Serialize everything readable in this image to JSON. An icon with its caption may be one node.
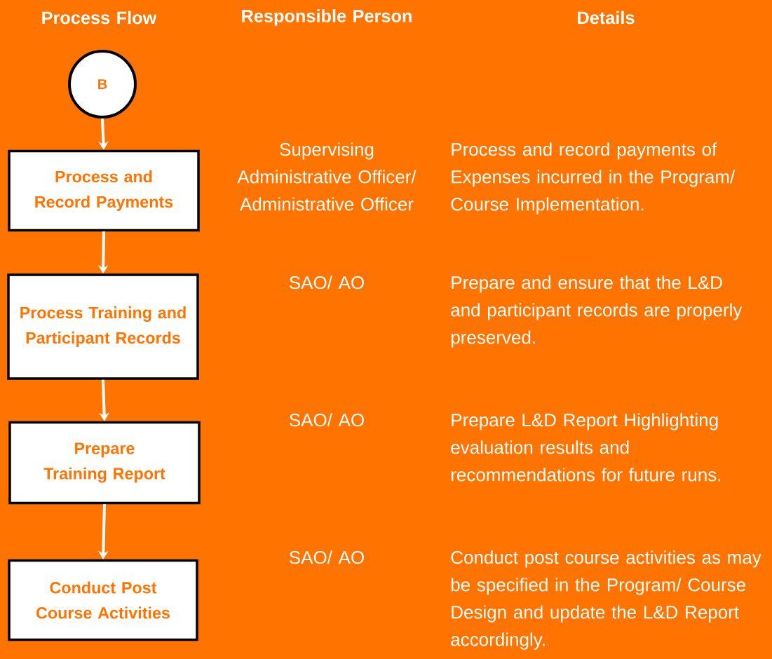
{
  "diagram": {
    "nodes": [
      {
        "text": [
          "B"
        ]
      },
      {
        "text": [
          "Process and Record Payments"
        ]
      },
      {
        "text": [
          "Process Training and Participant Records"
        ]
      },
      {
        "text": [
          "Prepare Training Report"
        ]
      },
      {
        "text": [
          "Conduct Post Course Activities"
        ]
      }
    ],
    "edges": [
      {
        "from": 0,
        "to": 1,
        "arrow": "to"
      },
      {
        "from": 1,
        "to": 2,
        "arrow": "to"
      },
      {
        "from": 2,
        "to": 3,
        "arrow": "to"
      },
      {
        "from": 3,
        "to": 4,
        "arrow": "to"
      }
    ],
    "labels": [
      "Process Flow",
      "Responsible Person",
      "Details",
      "Supervising Administrative Officer/ Administrative Officer",
      "Process and record payments of Expenses incurred in the Program/ Course Implementation.",
      "SAO/ AO",
      "Prepare and ensure that the L&D and participant records are properly preserved.",
      "SAO/ AO",
      "Prepare L&D Report Highlighting evaluation results and recommendations for future runs.",
      "SAO/ AO",
      "Conduct post course activities as may be specified in the Program/ Course Design and update the L&D Report accordingly."
    ]
  }
}
